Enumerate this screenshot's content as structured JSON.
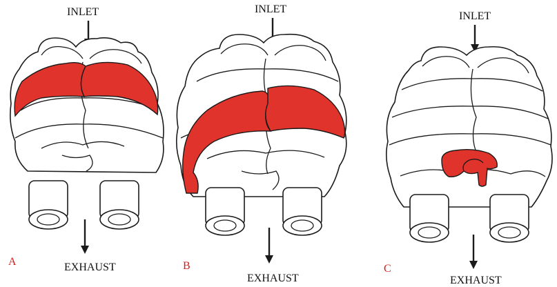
{
  "panels": [
    {
      "letter": "A",
      "inlet_label": "INLET",
      "exhaust_label": "EXHAUST"
    },
    {
      "letter": "B",
      "inlet_label": "INLET",
      "exhaust_label": "EXHAUST"
    },
    {
      "letter": "C",
      "inlet_label": "INLET",
      "exhaust_label": "EXHAUST"
    }
  ],
  "colors": {
    "highlight": "#e0332b",
    "panel_letter": "#d11f1f",
    "line": "#1a1a1a"
  }
}
